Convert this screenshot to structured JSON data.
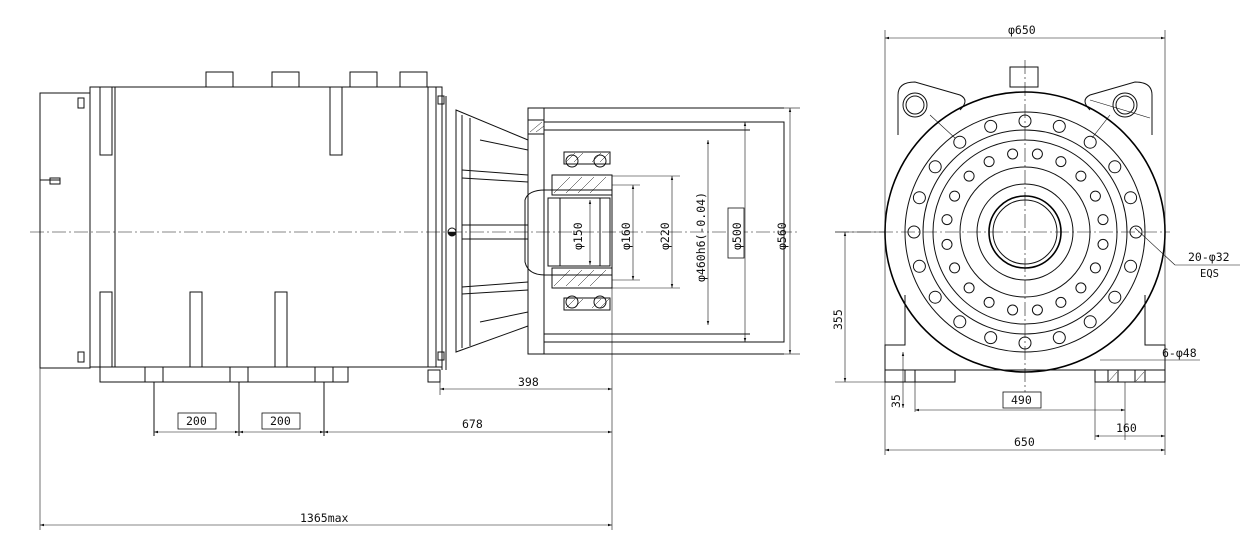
{
  "side_view": {
    "dim_200_left": "200",
    "dim_200_right": "200",
    "dim_398": "398",
    "dim_678": "678",
    "dim_1365": "1365max",
    "dia_150": "φ150",
    "dia_160": "φ160",
    "dia_220": "φ220",
    "dia_460": "φ460h6(-0.04)",
    "dia_500": "φ500",
    "dia_560": "φ560"
  },
  "end_view": {
    "dia_650": "φ650",
    "holes_20": "20-φ32",
    "eqs": "EQS",
    "holes_6": "6-φ48",
    "dim_355": "355",
    "dim_35": "35",
    "dim_490": "490",
    "dim_650": "650",
    "dim_160": "160"
  }
}
